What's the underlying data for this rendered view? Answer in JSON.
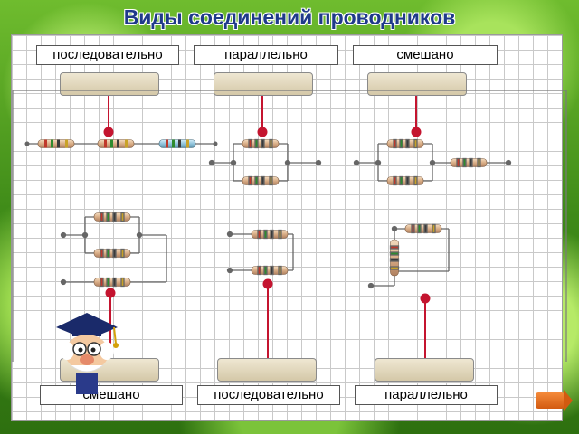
{
  "title": "Виды соединений проводников",
  "top_labels": [
    {
      "text": "последовательно"
    },
    {
      "text": "параллельно"
    },
    {
      "text": "смешано"
    }
  ],
  "bottom_labels": [
    {
      "text": "смешано"
    },
    {
      "text": "последовательно"
    },
    {
      "text": "параллельно"
    }
  ],
  "colors": {
    "title": "#1f3a8a",
    "wire": "#666666",
    "connector": "#c4142f"
  }
}
